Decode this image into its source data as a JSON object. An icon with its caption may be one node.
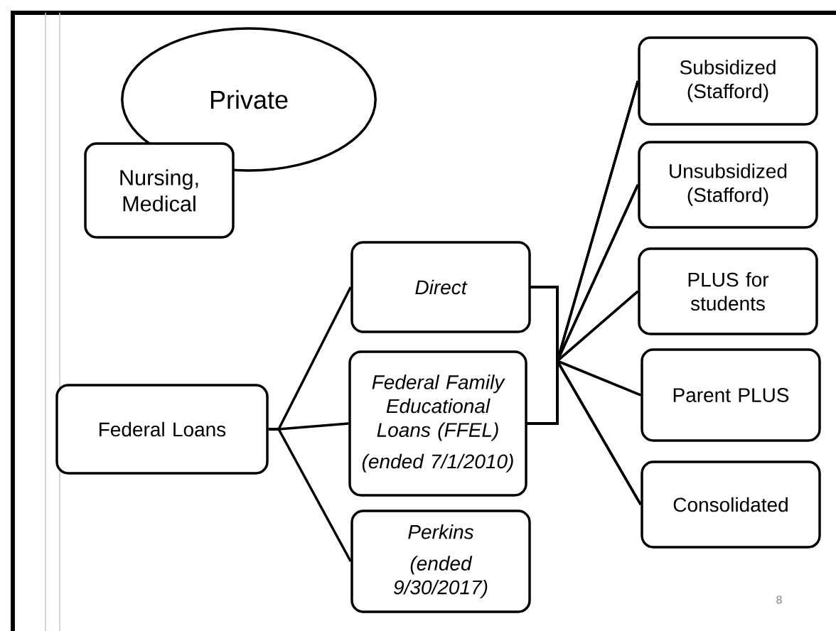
{
  "diagram": {
    "nodes": [
      {
        "text": [
          "Private"
        ]
      },
      {
        "text": [
          "Nursing, Medical"
        ]
      },
      {
        "text": [
          "Federal Loans"
        ]
      },
      {
        "text": [
          "Direct"
        ]
      },
      {
        "text": [
          "Federal Family Educational Loans (FFEL)",
          "(ended 7/1/2010)"
        ]
      },
      {
        "text": [
          "Perkins",
          "(ended 9/30/2017)"
        ]
      },
      {
        "text": [
          "Subsidized (Stafford)"
        ]
      },
      {
        "text": [
          "Unsubsidized (Stafford)"
        ]
      },
      {
        "text": [
          "PLUS for students"
        ]
      },
      {
        "text": [
          "Parent PLUS"
        ]
      },
      {
        "text": [
          "Consolidated"
        ]
      }
    ],
    "edges": [
      {
        "from": 2,
        "to": 3,
        "arrow": "none"
      },
      {
        "from": 2,
        "to": 4,
        "arrow": "none"
      },
      {
        "from": 2,
        "to": 5,
        "arrow": "none"
      },
      {
        "from": 3,
        "to": 6,
        "arrow": "none"
      },
      {
        "from": 3,
        "to": 7,
        "arrow": "none"
      },
      {
        "from": 3,
        "to": 8,
        "arrow": "none"
      },
      {
        "from": 3,
        "to": 9,
        "arrow": "none"
      },
      {
        "from": 3,
        "to": 10,
        "arrow": "none"
      },
      {
        "from": 4,
        "to": 6,
        "arrow": "none"
      },
      {
        "from": 4,
        "to": 7,
        "arrow": "none"
      },
      {
        "from": 4,
        "to": 8,
        "arrow": "none"
      },
      {
        "from": 4,
        "to": 9,
        "arrow": "none"
      },
      {
        "from": 4,
        "to": 10,
        "arrow": "none"
      }
    ],
    "labels": [
      "8"
    ]
  }
}
